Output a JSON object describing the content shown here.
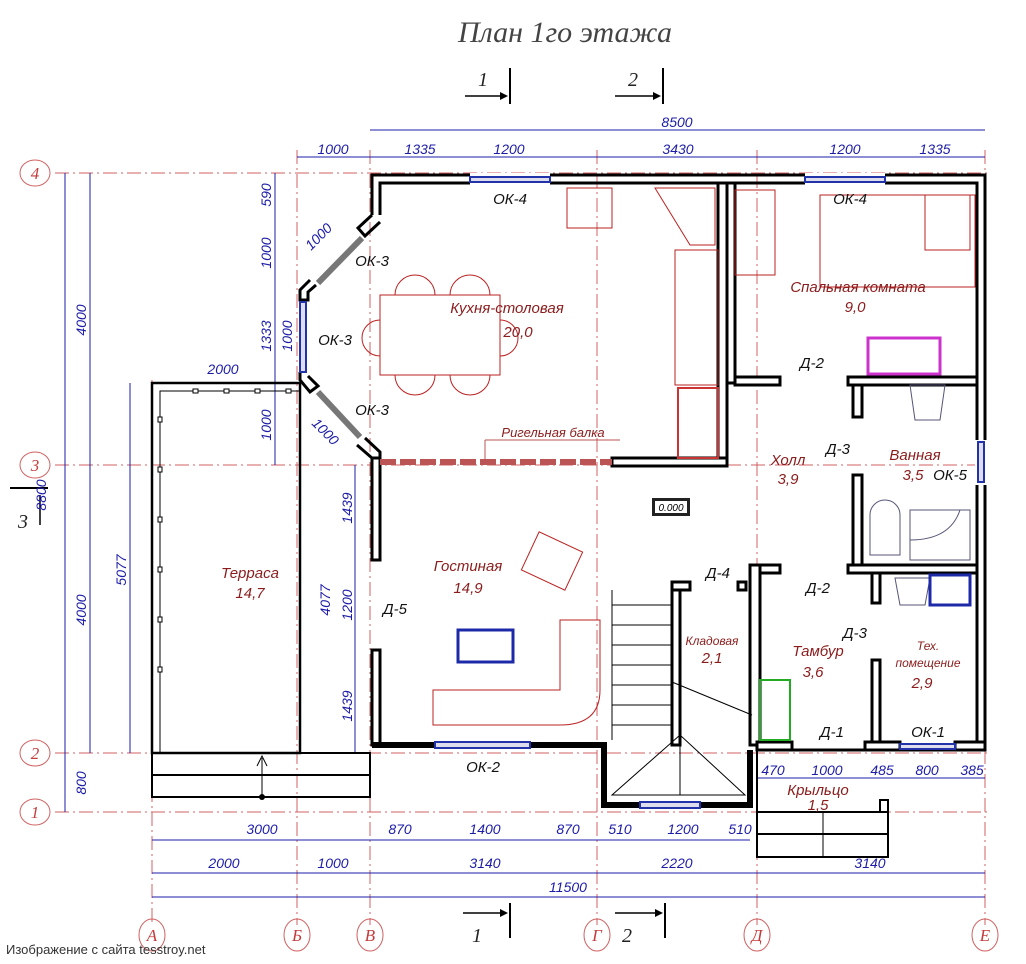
{
  "title": "План 1го этажа",
  "section_marks": {
    "top_1": "1",
    "top_2": "2",
    "bottom_1": "1",
    "bottom_2": "2",
    "left_3": "3"
  },
  "axes": {
    "letters": [
      "А",
      "Б",
      "В",
      "Г",
      "Д",
      "Е"
    ],
    "numbers": [
      "1",
      "2",
      "3",
      "4"
    ]
  },
  "dims": {
    "top_total": "8500",
    "top": [
      "1000",
      "1335",
      "1200",
      "3430",
      "1200",
      "1335"
    ],
    "left_outer": [
      "4000",
      "4000",
      "8800",
      "5077",
      "800"
    ],
    "bay": [
      "590",
      "1000",
      "1333",
      "1000",
      "1000",
      "2000",
      "1000",
      "1000"
    ],
    "living_left": [
      "4077",
      "1439",
      "1200",
      "1439"
    ],
    "bottom_row1": [
      "3000",
      "870",
      "1400",
      "870",
      "510",
      "1200",
      "510"
    ],
    "bottom_row2": [
      "2000",
      "1000",
      "3140",
      "2220",
      "3140"
    ],
    "bottom_total": "11500",
    "entrance": [
      "470",
      "1000",
      "485",
      "800",
      "385"
    ]
  },
  "rooms": [
    {
      "name": "Кухня-столовая",
      "area": "20,0"
    },
    {
      "name": "Спальная комната",
      "area": "9,0"
    },
    {
      "name": "Холл",
      "area": "3,9"
    },
    {
      "name": "Ванная",
      "area": "3,5"
    },
    {
      "name": "Гостиная",
      "area": "14,9"
    },
    {
      "name": "Терраса",
      "area": "14,7"
    },
    {
      "name": "Кладовая",
      "area": "2,1"
    },
    {
      "name": "Тамбур",
      "area": "3,6"
    },
    {
      "name": "Тех.",
      "name2": "помещение",
      "area": "2,9"
    },
    {
      "name": "Крыльцо",
      "area": "1,5"
    }
  ],
  "openings": {
    "ok4a": "ОК-4",
    "ok4b": "ОК-4",
    "ok3a": "ОК-3",
    "ok3b": "ОК-3",
    "ok3c": "ОК-3",
    "ok5": "ОК-5",
    "ok2": "ОК-2",
    "ok1": "ОК-1",
    "d2a": "Д-2",
    "d2b": "Д-2",
    "d3a": "Д-3",
    "d3b": "Д-3",
    "d4": "Д-4",
    "d5": "Д-5",
    "d1": "Д-1"
  },
  "beam_label": "Ригельная балка",
  "level_mark": "0.000",
  "watermark": "Изображение с сайта tesstroy.net",
  "colors": {
    "dimension": "#1c1ca8",
    "room_label": "#8a1c1c",
    "grid_axis": "#c43c3c",
    "window": "#2233aa"
  }
}
